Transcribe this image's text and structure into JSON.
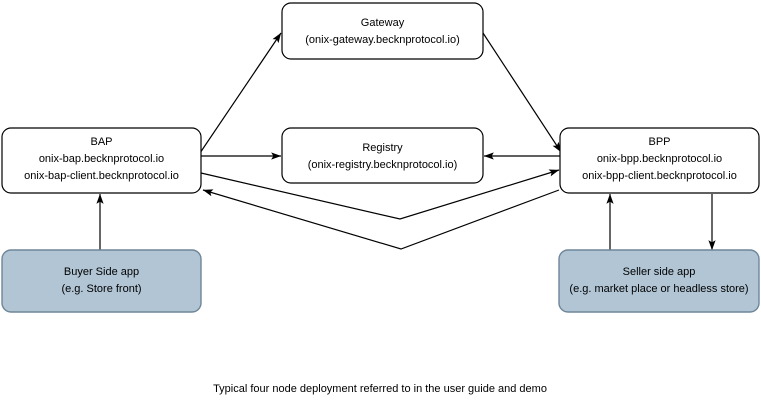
{
  "diagram": {
    "caption": "Typical four node deployment referred to in the user guide and demo",
    "colors": {
      "shaded_fill": "#b1c5d5",
      "shaded_stroke": "#6f8698",
      "plain_fill": "#ffffff",
      "plain_stroke": "#000000",
      "edge": "#000000",
      "text": "#000000",
      "background": "#ffffff"
    },
    "nodes": [
      {
        "id": "gateway",
        "style": "plain",
        "lines": [
          "Gateway",
          "(onix-gateway.becknprotocol.io)"
        ]
      },
      {
        "id": "bap",
        "style": "plain",
        "lines": [
          "BAP",
          "onix-bap.becknprotocol.io",
          "onix-bap-client.becknprotocol.io"
        ]
      },
      {
        "id": "registry",
        "style": "plain",
        "lines": [
          "Registry",
          "(onix-registry.becknprotocol.io)"
        ]
      },
      {
        "id": "bpp",
        "style": "plain",
        "lines": [
          "BPP",
          "onix-bpp.becknprotocol.io",
          "onix-bpp-client.becknprotocol.io"
        ]
      },
      {
        "id": "buyer-app",
        "style": "shaded",
        "lines": [
          "Buyer Side app",
          "(e.g. Store front)"
        ]
      },
      {
        "id": "seller-app",
        "style": "shaded",
        "lines": [
          "Seller side app",
          "(e.g. market place or headless store)"
        ]
      }
    ],
    "edges": [
      {
        "id": "bap-to-gateway",
        "from": "bap",
        "to": "gateway",
        "arrow": "end"
      },
      {
        "id": "gateway-to-bpp",
        "from": "gateway",
        "to": "bpp",
        "arrow": "end"
      },
      {
        "id": "bap-to-registry",
        "from": "bap",
        "to": "registry",
        "arrow": "end"
      },
      {
        "id": "bpp-to-registry",
        "from": "bpp",
        "to": "registry",
        "arrow": "end"
      },
      {
        "id": "bap-to-bpp",
        "from": "bap",
        "to": "bpp",
        "arrow": "end"
      },
      {
        "id": "bpp-to-bap",
        "from": "bpp",
        "to": "bap",
        "arrow": "end"
      },
      {
        "id": "buyer-app-to-bap",
        "from": "buyer-app",
        "to": "bap",
        "arrow": "end"
      },
      {
        "id": "seller-app-to-bpp",
        "from": "seller-app",
        "to": "bpp",
        "arrow": "end"
      },
      {
        "id": "bpp-to-seller-app",
        "from": "bpp",
        "to": "seller-app",
        "arrow": "end"
      }
    ]
  }
}
